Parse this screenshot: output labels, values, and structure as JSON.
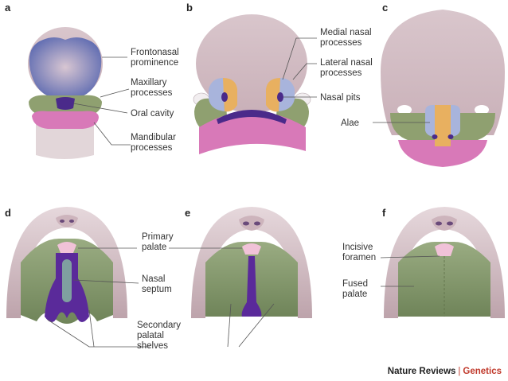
{
  "panels": {
    "a": "a",
    "b": "b",
    "c": "c",
    "d": "d",
    "e": "e",
    "f": "f"
  },
  "labels": {
    "frontonasal_1": "Frontonasal",
    "frontonasal_2": "prominence",
    "maxillary_1": "Maxillary",
    "maxillary_2": "processes",
    "oral_cavity": "Oral cavity",
    "mandibular_1": "Mandibular",
    "mandibular_2": "processes",
    "medial_nasal_1": "Medial nasal",
    "medial_nasal_2": "processes",
    "lateral_nasal_1": "Lateral nasal",
    "lateral_nasal_2": "processes",
    "nasal_pits": "Nasal pits",
    "alae": "Alae",
    "primary_palate_1": "Primary",
    "primary_palate_2": "palate",
    "nasal_septum_1": "Nasal",
    "nasal_septum_2": "septum",
    "secondary_1": "Secondary",
    "secondary_2": "palatal",
    "secondary_3": "shelves",
    "incisive_1": "Incisive",
    "incisive_2": "foramen",
    "fused_1": "Fused",
    "fused_2": "palate"
  },
  "credit": {
    "journal": "Nature Reviews",
    "separator": "|",
    "section": "Genetics"
  },
  "colors": {
    "head": "#dccbd0",
    "frontonasal": "#6f78b8",
    "maxillary": "#8fa070",
    "mandibular": "#d879b8",
    "medial_nasal": "#e8b060",
    "lateral_nasal": "#a8b4dc",
    "cavity": "#5a2a9a",
    "palate": "#7d9264"
  }
}
